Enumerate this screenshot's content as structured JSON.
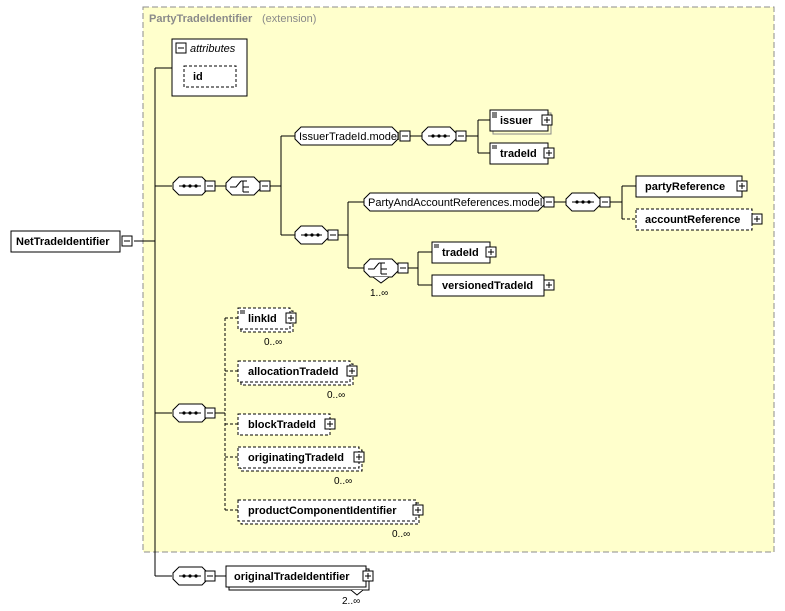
{
  "extension": {
    "title": "PartyTradeIdentifier",
    "subtitle": "(extension)"
  },
  "root": {
    "label": "NetTradeIdentifier"
  },
  "attributes": {
    "title": "attributes",
    "items": [
      "id"
    ]
  },
  "groups": {
    "issuer_model": "IssuerTradeId.model",
    "party_model": "PartyAndAccountReferences.model"
  },
  "elements": {
    "issuer": "issuer",
    "tradeId_1": "tradeId",
    "partyReference": "partyReference",
    "accountReference": "accountReference",
    "tradeId_2": "tradeId",
    "versionedTradeId": "versionedTradeId",
    "linkId": "linkId",
    "allocationTradeId": "allocationTradeId",
    "blockTradeId": "blockTradeId",
    "originatingTradeId": "originatingTradeId",
    "productComponentIdentifier": "productComponentIdentifier",
    "originalTradeIdentifier": "originalTradeIdentifier"
  },
  "cardinality": {
    "choice_versioned": "1..∞",
    "linkId": "0..∞",
    "allocationTradeId": "0..∞",
    "originatingTradeId": "0..∞",
    "productComponentIdentifier": "0..∞",
    "originalTradeIdentifier": "2..∞"
  }
}
